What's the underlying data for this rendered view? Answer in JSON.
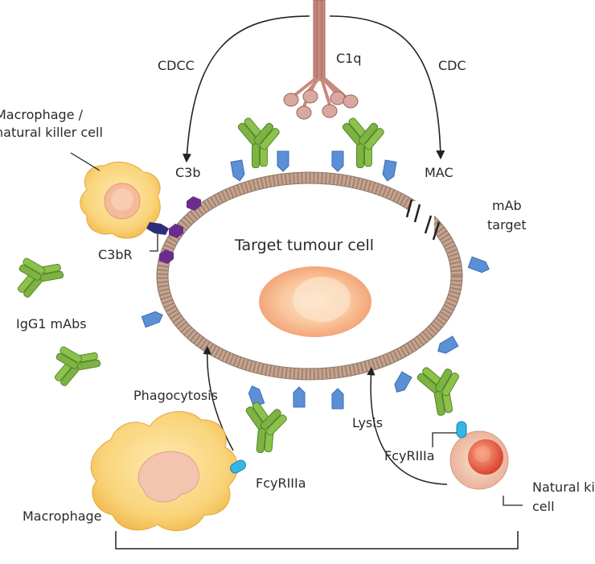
{
  "labels": {
    "c1q": "C1q",
    "cdcc": "CDCC",
    "cdc": "CDC",
    "c3b": "C3b",
    "mac": "MAC",
    "macrophage_nk_line1": "Macrophage /",
    "macrophage_nk_line2": "natural killer cell",
    "c3br": "C3bR",
    "mab_target_line1": "mAb",
    "mab_target_line2": "target",
    "target_tumour_cell": "Target tumour cell",
    "igg1_mabs": "IgG1 mAbs",
    "phagocytosis": "Phagocytosis",
    "lysis": "Lysis",
    "fcyr_nk": "FcyRIIIa",
    "fcyr_macrophage": "FcyRIIIa",
    "natural_killer_line1": "Natural killer",
    "natural_killer_line2": "cell",
    "macrophage": "Macrophage"
  },
  "colors": {
    "membrane": "#c9a48d",
    "antibody_green": "#7cb342",
    "antibody_dark": "#4f7d24",
    "antigen_blue": "#5b8fd6",
    "c3b_purple": "#6a2c8f",
    "c3br_navy": "#2b2e7a",
    "fcyr_cyan": "#35b6e6",
    "c1q_pink": "#d9a8a0",
    "macrophage_yellow": "#f7cf68",
    "nucleus_peach": "#f5b389",
    "nk_red": "#e25a45"
  }
}
